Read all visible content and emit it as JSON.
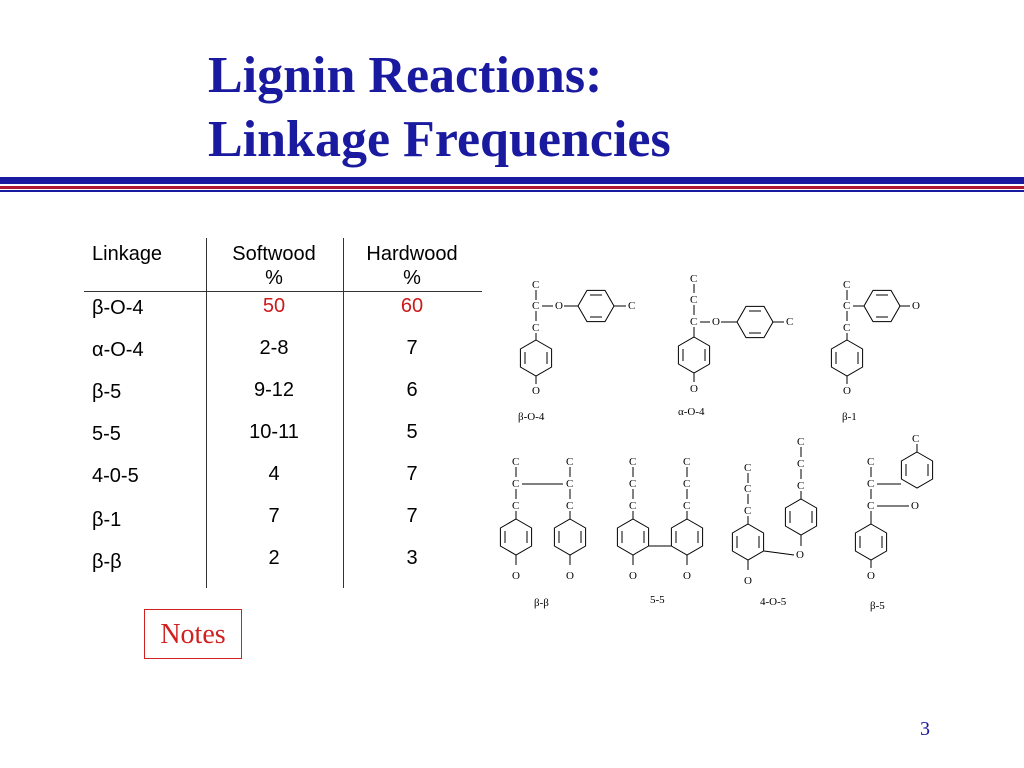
{
  "title": {
    "line1": "Lignin Reactions:",
    "line2": "Linkage Frequencies"
  },
  "colors": {
    "title": "#1a1aa0",
    "rule_blue": "#1a1aa0",
    "rule_red": "#b01830",
    "highlight": "#cc1a1a"
  },
  "table": {
    "headers": {
      "linkage": "Linkage",
      "softwood": "Softwood",
      "softwood_unit": "%",
      "hardwood": "Hardwood",
      "hardwood_unit": "%"
    },
    "rows": [
      {
        "linkage": "β-O-4",
        "softwood": "50",
        "hardwood": "60"
      },
      {
        "linkage": "α-O-4",
        "softwood": "2-8",
        "hardwood": "7"
      },
      {
        "linkage": "β-5",
        "softwood": "9-12",
        "hardwood": "6"
      },
      {
        "linkage": "5-5",
        "softwood": "10-11",
        "hardwood": "5"
      },
      {
        "linkage": "4-0-5",
        "softwood": "4",
        "hardwood": "7"
      },
      {
        "linkage": "β-1",
        "softwood": "7",
        "hardwood": "7"
      },
      {
        "linkage": "β-β",
        "softwood": "2",
        "hardwood": "3"
      }
    ]
  },
  "structures": {
    "atom_c": "C",
    "atom_o": "O",
    "labels": {
      "b_o_4": "β-O-4",
      "a_o_4": "α-O-4",
      "b_1": "β-1",
      "b_b": "β-β",
      "five_five": "5-5",
      "four_o_five": "4-O-5",
      "b_5": "β-5"
    }
  },
  "notes_button": "Notes",
  "page_number": "3"
}
